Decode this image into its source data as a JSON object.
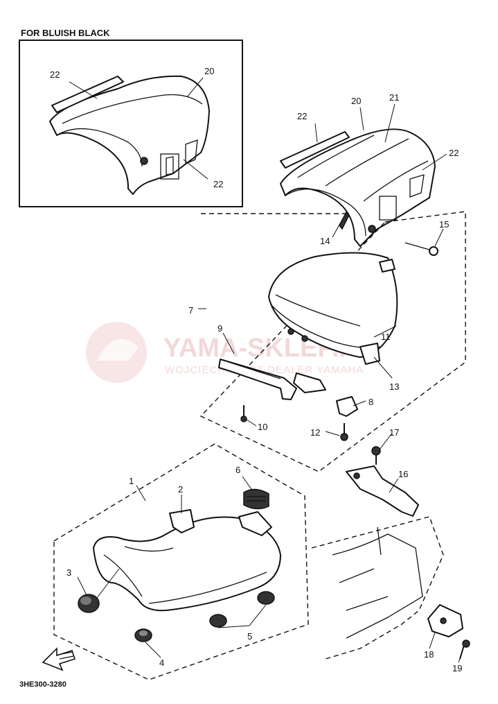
{
  "header": {
    "inset_title": "FOR BLUISH BLACK"
  },
  "footer": {
    "diagram_code": "3HE300-3280"
  },
  "watermark": {
    "brand": "YAMA-SKLEP.PL",
    "subtitle": "WOJCIECHOWICZ DEALER YAMAHA",
    "color": "#e9b9b9"
  },
  "inset_labels": [
    {
      "id": "inset-22a",
      "text": "22"
    },
    {
      "id": "inset-20",
      "text": "20"
    },
    {
      "id": "inset-22b",
      "text": "22"
    }
  ],
  "callouts": [
    {
      "id": "c22a",
      "text": "22"
    },
    {
      "id": "c20",
      "text": "20"
    },
    {
      "id": "c21",
      "text": "21"
    },
    {
      "id": "c22b",
      "text": "22"
    },
    {
      "id": "c14",
      "text": "14"
    },
    {
      "id": "c15",
      "text": "15"
    },
    {
      "id": "c7",
      "text": "7"
    },
    {
      "id": "c9",
      "text": "9"
    },
    {
      "id": "c11",
      "text": "11"
    },
    {
      "id": "c13",
      "text": "13"
    },
    {
      "id": "c8",
      "text": "8"
    },
    {
      "id": "c10",
      "text": "10"
    },
    {
      "id": "c12",
      "text": "12"
    },
    {
      "id": "c17",
      "text": "17"
    },
    {
      "id": "c16",
      "text": "16"
    },
    {
      "id": "c1",
      "text": "1"
    },
    {
      "id": "c2",
      "text": "2"
    },
    {
      "id": "c6",
      "text": "6"
    },
    {
      "id": "c3",
      "text": "3"
    },
    {
      "id": "c4",
      "text": "4"
    },
    {
      "id": "c5",
      "text": "5"
    },
    {
      "id": "c18",
      "text": "18"
    },
    {
      "id": "c19",
      "text": "19"
    }
  ]
}
